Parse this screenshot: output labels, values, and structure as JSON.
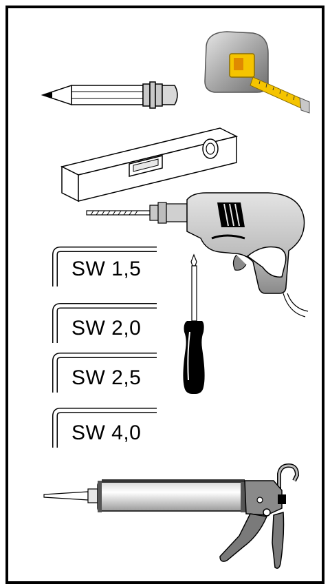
{
  "tools": {
    "tape_measure": {
      "icon": "tape-measure-icon"
    },
    "pencil": {
      "icon": "pencil-icon"
    },
    "spirit_level": {
      "icon": "spirit-level-icon"
    },
    "drill": {
      "icon": "drill-icon"
    },
    "screwdriver": {
      "icon": "screwdriver-icon"
    },
    "caulking_gun": {
      "icon": "caulking-gun-icon"
    }
  },
  "allen_keys": [
    {
      "label": "SW 1,5"
    },
    {
      "label": "SW 2,0"
    },
    {
      "label": "SW 2,5"
    },
    {
      "label": "SW 4,0"
    }
  ],
  "colors": {
    "frame": "#000000",
    "tape_yellow": "#f5c400",
    "tool_grey": "#c8c8c8",
    "handle_black": "#000000"
  }
}
